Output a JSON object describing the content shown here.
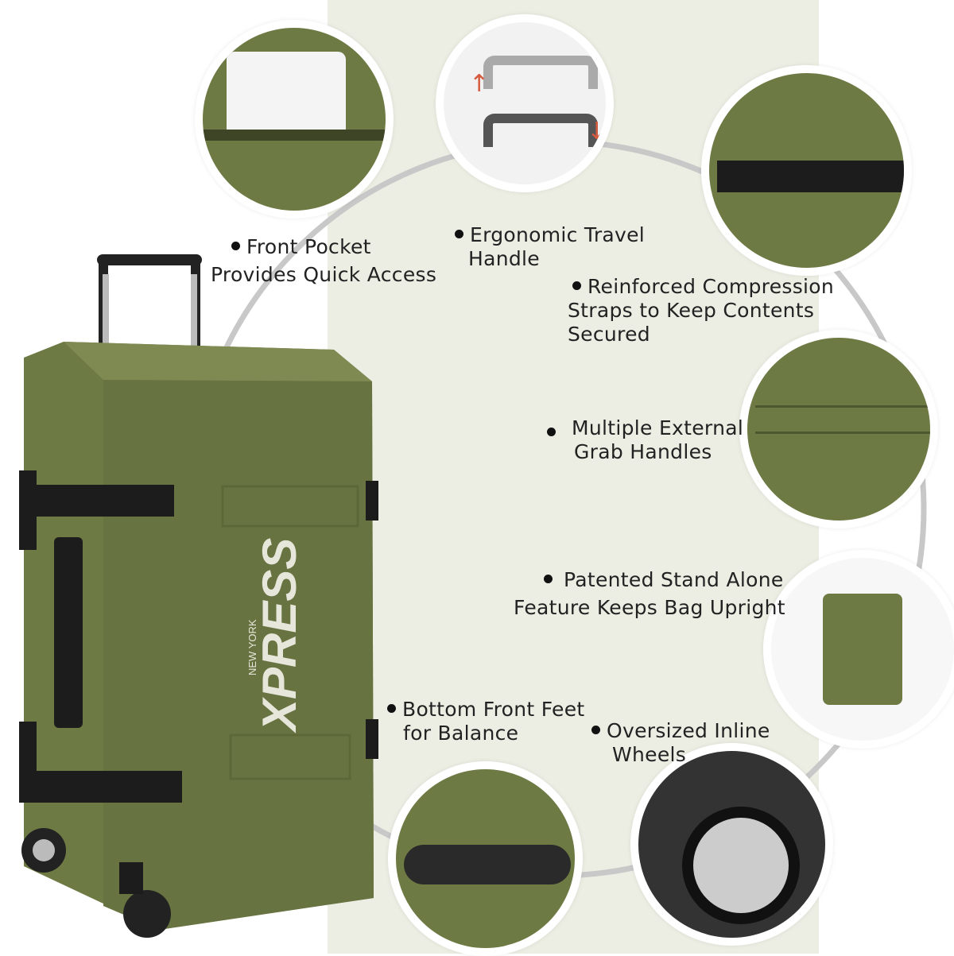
{
  "colors": {
    "bag_green": "#6d7a44",
    "panel": "#eceee4",
    "arc": "#c8c8c8",
    "strap": "#1c1c1c"
  },
  "brand": {
    "logo_small": "NEW YORK",
    "logo_main": "XPRESS"
  },
  "features": [
    {
      "line1": "Front Pocket",
      "line2": "Provides Quick Access"
    },
    {
      "line1": "Ergonomic Travel",
      "line2": "Handle"
    },
    {
      "line1": "Reinforced Compression",
      "line2": "Straps to Keep Contents",
      "line3": "Secured"
    },
    {
      "line1": "Multiple External",
      "line2": "Grab Handles"
    },
    {
      "line1": "Patented Stand Alone",
      "line2": "Feature Keeps Bag Upright"
    },
    {
      "line1": "Bottom Front Feet",
      "line2": "for Balance"
    },
    {
      "line1": "Oversized Inline",
      "line2": "Wheels"
    }
  ]
}
